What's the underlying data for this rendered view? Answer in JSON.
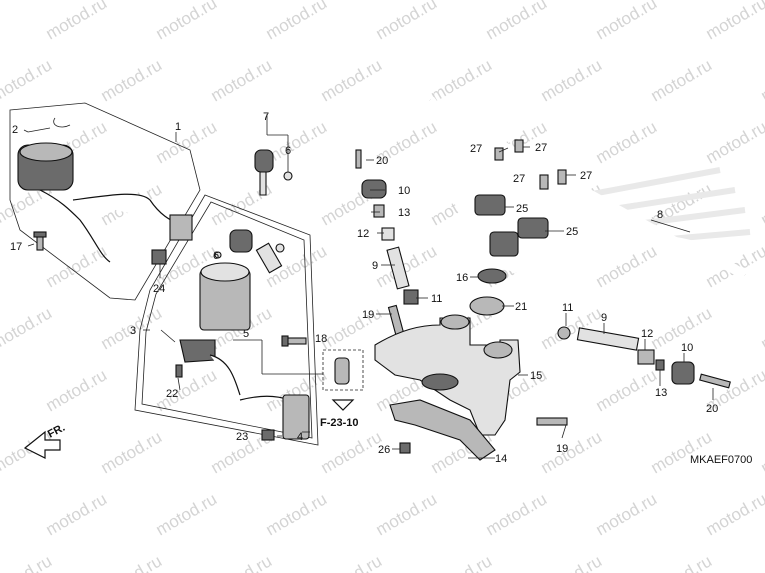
{
  "watermark": "motod.ru",
  "diagram_code": "MKAEF0700",
  "reference": "F-23-10",
  "front_marker": "FR.",
  "callouts": [
    "1",
    "2",
    "3",
    "4",
    "5",
    "6",
    "6",
    "7",
    "8",
    "9",
    "9",
    "10",
    "10",
    "11",
    "11",
    "12",
    "12",
    "13",
    "13",
    "14",
    "15",
    "16",
    "17",
    "18",
    "19",
    "19",
    "20",
    "20",
    "21",
    "22",
    "23",
    "24",
    "25",
    "25",
    "26",
    "27",
    "27",
    "27",
    "27"
  ]
}
